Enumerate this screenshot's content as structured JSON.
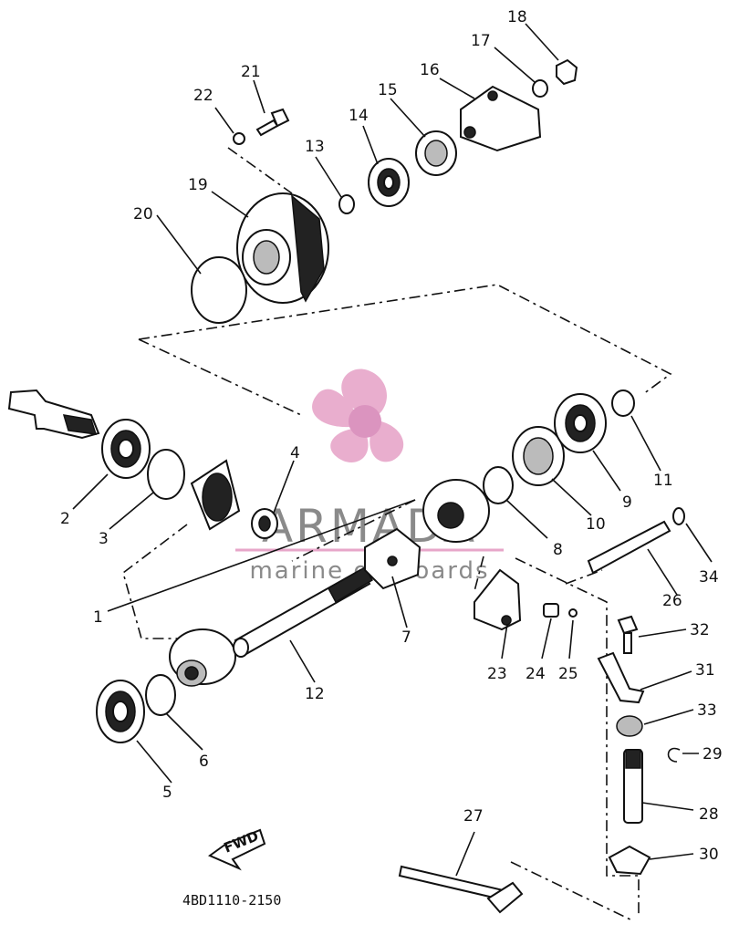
{
  "diagram": {
    "part_numbers": [
      "1",
      "2",
      "3",
      "4",
      "5",
      "6",
      "7",
      "8",
      "9",
      "10",
      "11",
      "12",
      "13",
      "14",
      "15",
      "16",
      "17",
      "18",
      "19",
      "20",
      "21",
      "22",
      "23",
      "24",
      "25",
      "26",
      "27",
      "28",
      "29",
      "30",
      "31",
      "32",
      "33",
      "34"
    ],
    "direction_label": "FWD",
    "reference_code": "4BD1110-2150"
  },
  "watermark": {
    "brand": "ARMADA",
    "tagline": "marine outboards",
    "colors": {
      "logo": "#e7a6c9",
      "logo_center": "#d889b9",
      "text": "#8a8a8a",
      "line": "#e7a6c9"
    }
  }
}
